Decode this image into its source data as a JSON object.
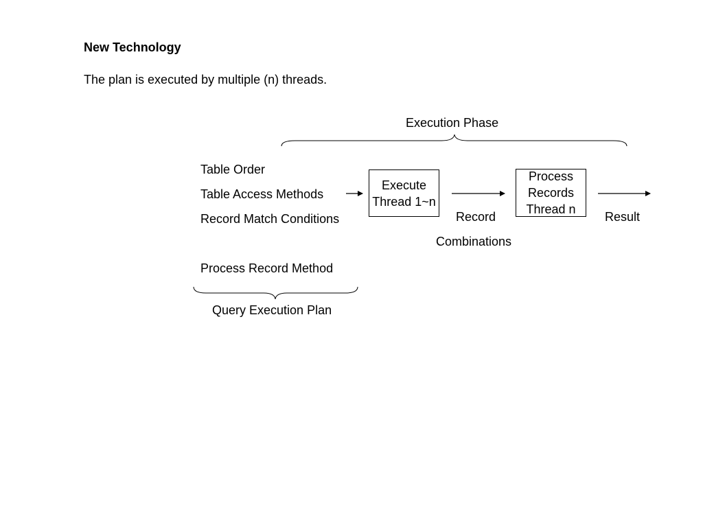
{
  "slide": {
    "title": "New Technology",
    "subtitle": "The plan is executed by multiple (n) threads."
  },
  "diagram": {
    "execution_phase_label": "Execution Phase",
    "plan_items": [
      "Table Order",
      "Table Access Methods",
      "Record Match Conditions",
      "Process Record Method"
    ],
    "query_plan_label": "Query Execution Plan",
    "execute_box": {
      "line1": "Execute",
      "line2": "Thread 1~n"
    },
    "process_box": {
      "line1": "Process",
      "line2": "Records",
      "line3": "Thread n"
    },
    "record_label_line1": "Record",
    "record_label_line2": "Combinations",
    "result_label": "Result"
  }
}
